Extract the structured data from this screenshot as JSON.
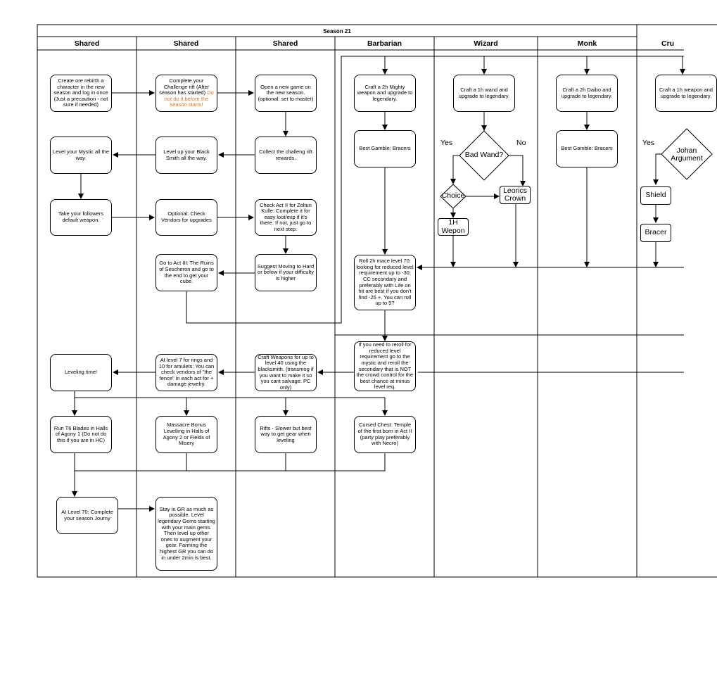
{
  "title": "Season 21",
  "lanes": [
    "Shared",
    "Shared",
    "Shared",
    "Barbarian",
    "Wizard",
    "Monk",
    "Cru"
  ],
  "nodes": {
    "create_rebirth": "Create ore rebirth a character in the new season and log in once (Just a precaution - not sure if needed)",
    "complete_challenge": "Complete your Challenge rift (After season has started) ",
    "complete_challenge_warning": "Do not do it before the season starts!",
    "open_new_game": "Open a new game on the new season. (optional: set to master)",
    "collect_rewards": "Collect the challeng rift rewards.",
    "level_blacksmith": "Level up your Black Smith all the way.",
    "level_mystic": "Level your Mystic all the way.",
    "followers_weapon": "Take your followers default weapon.",
    "check_vendors": "Optional: Check Vendors for upgrades",
    "check_act2": "Check Act II for Zoltun Kulle: Complete it for easy loot/exp if it's there.  If not, just go to next step.",
    "suggest_hard": "Suggest Moving to Hard or below if your difficulty is higher",
    "act3_cube": "Go to Act III: The Ruins of Sescheron and go to the end to get your cube.",
    "barb_craft": "Craft a 2h Mighty weapon and upgrade to legendary.",
    "barb_gamble": "Best Gamble: Bracers",
    "roll_mace": "Roll 2h mace level 70: looking for reduced level requirement up to -30:  CC secondary and preferably with Life on hit are best if you don't find -25 +.  You can roll up to 5?",
    "reroll_mystic": "If you need to reroll for reduced level requirement go to the mystic and reroll the secondary that is NOT the crowd control for the best chance at minus level req.",
    "craft_40": "Craft Weapons for up to level 40 using the blacksmith. (transmog if you want to make it so you cant salvage: PC only)",
    "rings_amulets": "At level 7 for rings and 10 for amulets: You can check vendors of \"the fence\" in each act for + damage jewelry.",
    "leveling_time": "Leveling time!",
    "run_t6": "Run T6 Blades in Halls of Agony 1 (Do not do this if you are in HC)",
    "massacre": "Massacre Bonus Levelling in Halls of Agony 2 or Fields of Misery",
    "rifts": "Rifts - Slower but best way to get gear when leveling",
    "cursed_chest": "Cursed Chest: Temple of the first born in Act II (party play preferably with Necro)",
    "level_70": "At Level 70: Complete your season Journy",
    "stay_gr": "Stay in GR as much as possible.  Level legendary Gems starting with your main gems.  Then level up other ones to augment your gear.  Farming the highest GR you can do in under 2min is best.",
    "wiz_craft": "Craft a 1h wand and upgrade to legendary.",
    "bad_wand": "Bad Wand?",
    "choice": "Choice",
    "leorics_crown": "Leorics Crown",
    "wepon_1h": "1H Wepon",
    "monk_craft": "Craft a 2h Daibo and upgrade to legendary.",
    "monk_gamble": "Best Gamble: Bracers",
    "cru_craft": "Craft a 1h weapon and upgrade to legendary.",
    "cru_diamond": "Johan Argument",
    "shield": "Shield",
    "bracer": "Bracer"
  },
  "edge_labels": {
    "wiz_yes": "Yes",
    "wiz_no": "No",
    "cru_yes": "Yes"
  }
}
